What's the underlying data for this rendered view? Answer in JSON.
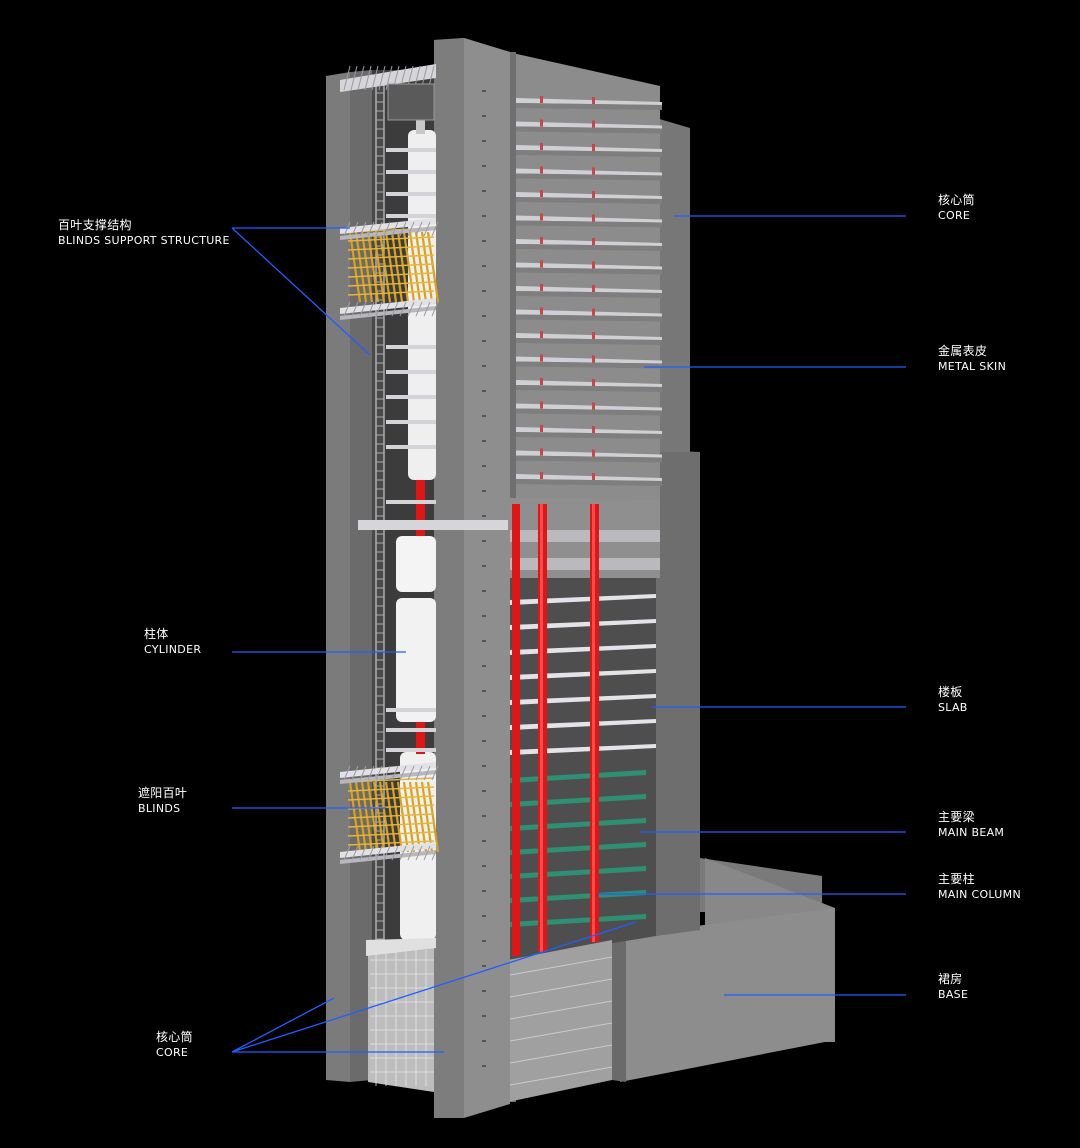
{
  "colors": {
    "background": "#000000",
    "leader": "#1f5fff",
    "concrete": "#8a8a8a",
    "concrete_dark": "#5f5f5f",
    "concrete_light": "#a9a9a9",
    "column": "#e01616",
    "beam": "#2f8f73",
    "blinds": "#d9a21e",
    "slab": "#d8d8dc",
    "cylinder": "#f2f2f2"
  },
  "labels": {
    "blinds_support": {
      "zh": "百叶支撑结构",
      "en": "BLINDS SUPPORT STRUCTURE"
    },
    "cylinder": {
      "zh": "柱体",
      "en": "CYLINDER"
    },
    "blinds": {
      "zh": "遮阳百叶",
      "en": "BLINDS"
    },
    "core_left": {
      "zh": "核心筒",
      "en": "CORE"
    },
    "core_right": {
      "zh": "核心筒",
      "en": "CORE"
    },
    "metal_skin": {
      "zh": "金属表皮",
      "en": "METAL SKIN"
    },
    "slab": {
      "zh": "楼板",
      "en": "SLAB"
    },
    "main_beam": {
      "zh": "主要梁",
      "en": "MAIN BEAM"
    },
    "main_column": {
      "zh": "主要柱",
      "en": "MAIN COLUMN"
    },
    "base": {
      "zh": "裙房",
      "en": "BASE"
    }
  }
}
